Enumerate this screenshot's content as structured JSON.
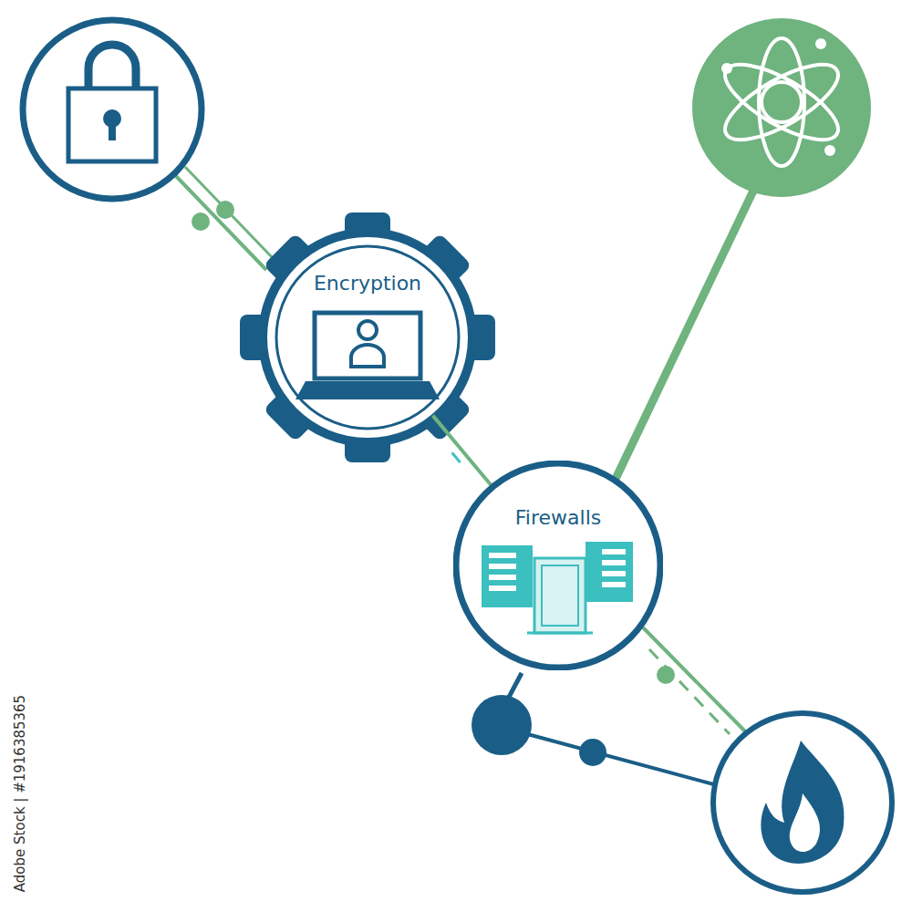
{
  "diagram": {
    "nodes": [
      {
        "text": [
          "Encryption"
        ]
      },
      {
        "text": [
          "Firewalls"
        ]
      }
    ],
    "edges": [
      {
        "from": 0,
        "to": 1,
        "arrow": "none"
      }
    ],
    "labels": [
      "Adobe Stock | #1916385365"
    ]
  }
}
